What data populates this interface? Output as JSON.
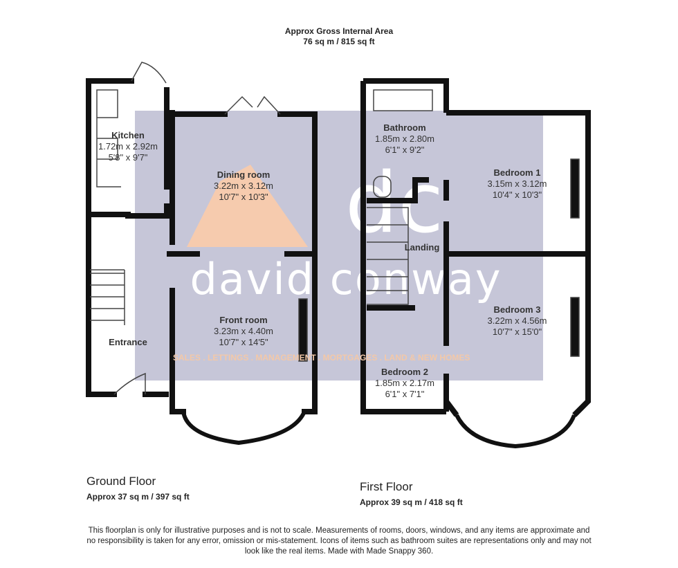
{
  "header": {
    "title": "Approx Gross Internal Area",
    "area": "76 sq m / 815 sq ft"
  },
  "ground_floor": {
    "label": "Ground Floor",
    "area": "Approx 37 sq m / 397 sq ft",
    "rooms": [
      {
        "name": "Kitchen",
        "metric": "1.72m x 2.92m",
        "imperial": "5'8\" x 9'7\""
      },
      {
        "name": "Dining room",
        "metric": "3.22m x 3.12m",
        "imperial": "10'7\" x 10'3\""
      },
      {
        "name": "Front room",
        "metric": "3.23m x 4.40m",
        "imperial": "10'7\" x 14'5\""
      },
      {
        "name": "Entrance"
      }
    ]
  },
  "first_floor": {
    "label": "First Floor",
    "area": "Approx 39 sq m / 418 sq ft",
    "rooms": [
      {
        "name": "Bathroom",
        "metric": "1.85m x 2.80m",
        "imperial": "6'1\" x 9'2\""
      },
      {
        "name": "Bedroom 1",
        "metric": "3.15m x 3.12m",
        "imperial": "10'4\" x 10'3\""
      },
      {
        "name": "Landing"
      },
      {
        "name": "Bedroom 2",
        "metric": "1.85m x 2.17m",
        "imperial": "6'1\" x 7'1\""
      },
      {
        "name": "Bedroom 3",
        "metric": "3.22m x 4.56m",
        "imperial": "10'7\" x 15'0\""
      }
    ]
  },
  "watermark": {
    "logo": "dc",
    "brand": "david conway",
    "tagline": "SALES . LETTINGS . MANAGEMENT . MORTGAGES . LAND & NEW HOMES",
    "colors": {
      "panel": "#c3c3d6",
      "accent": "#f6c9aa"
    }
  },
  "disclaimer": "This floorplan is only for illustrative purposes and is not to scale. Measurements of rooms, doors, windows, and any items are approximate and no responsibility is taken for any error, omission or mis-statement. Icons of items such as bathroom suites are representations only and may not look like the real items. Made with Made Snappy 360."
}
